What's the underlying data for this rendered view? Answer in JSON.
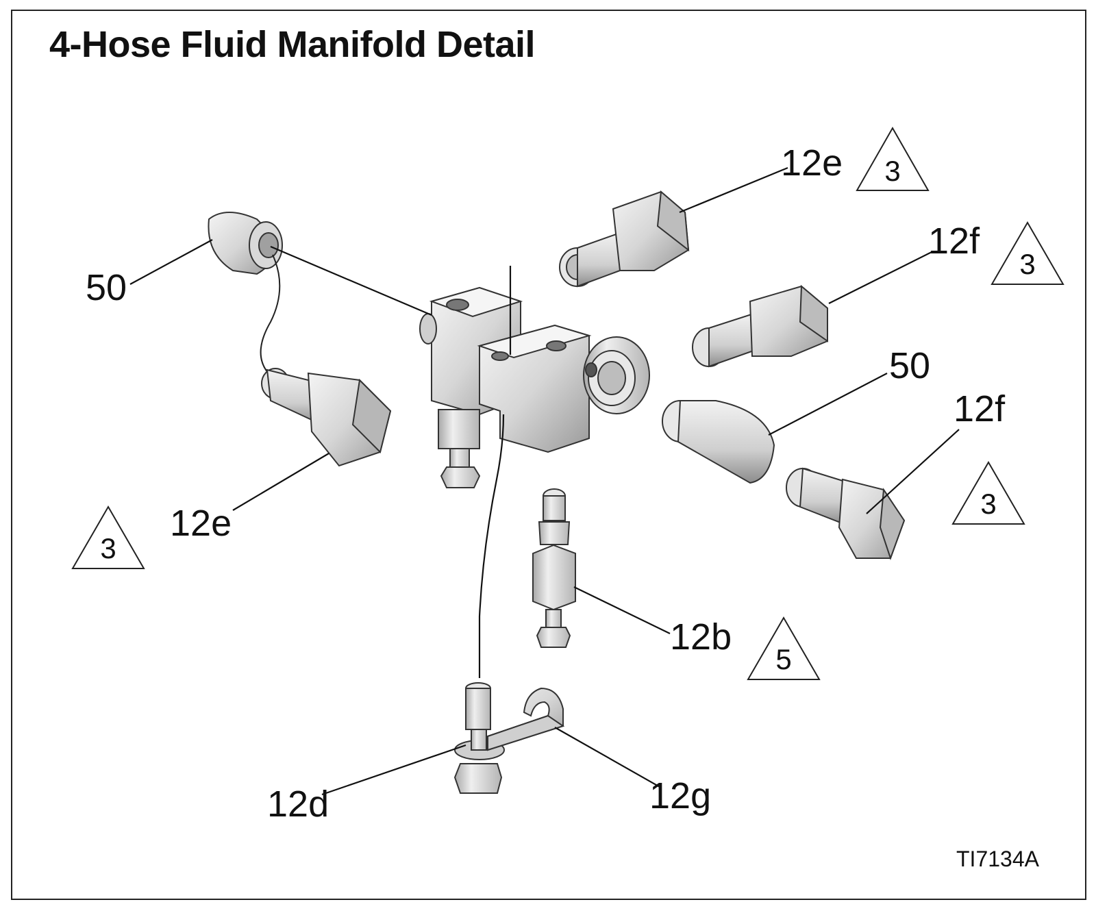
{
  "title": "4-Hose Fluid Manifold Detail",
  "figure_id": "TI7134A",
  "callouts": {
    "c50_left": "50",
    "c12e_top": "12e",
    "c12f_top": "12f",
    "c50_right": "50",
    "c12f_right": "12f",
    "c12e_left": "12e",
    "c12b": "12b",
    "c12d": "12d",
    "c12g": "12g"
  },
  "warning_triangles": {
    "t1": "3",
    "t2": "3",
    "t3": "3",
    "t4": "3",
    "t5": "5"
  }
}
